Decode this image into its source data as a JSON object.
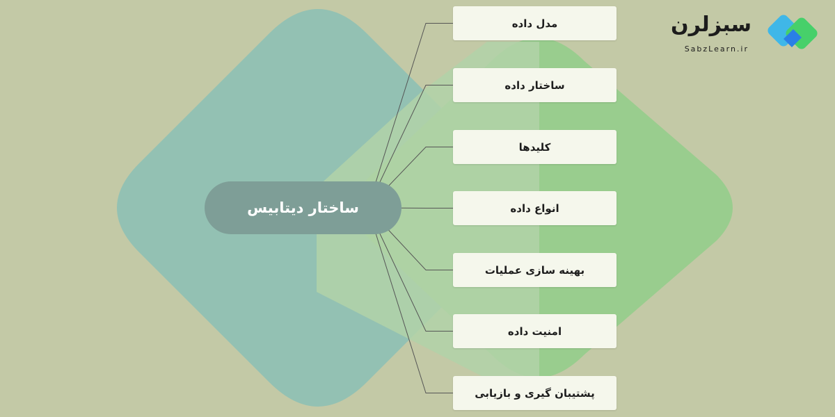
{
  "brand": {
    "name": "سبزلرن",
    "domain": "SabzLearn.ir",
    "accent_light": "#3fc1e3",
    "accent_blue": "#2a7fe6",
    "accent_green": "#47d06a"
  },
  "diagram": {
    "center": "ساختار دیتابیس",
    "items": [
      "مدل داده",
      "ساختار داده",
      "کلیدها",
      "انواع داده",
      "بهینه سازی عملیات",
      "امنیت داده",
      "پشتیبان گیری و بازیابی"
    ]
  },
  "colors": {
    "background": "#c3c9a6",
    "shape_teal": "#93c1b3",
    "shape_green": "#99cd8e",
    "shape_light": "#b2d2a8",
    "center_fill": "#7e9e97",
    "box_fill": "#f5f7ec",
    "connector": "#555555"
  }
}
